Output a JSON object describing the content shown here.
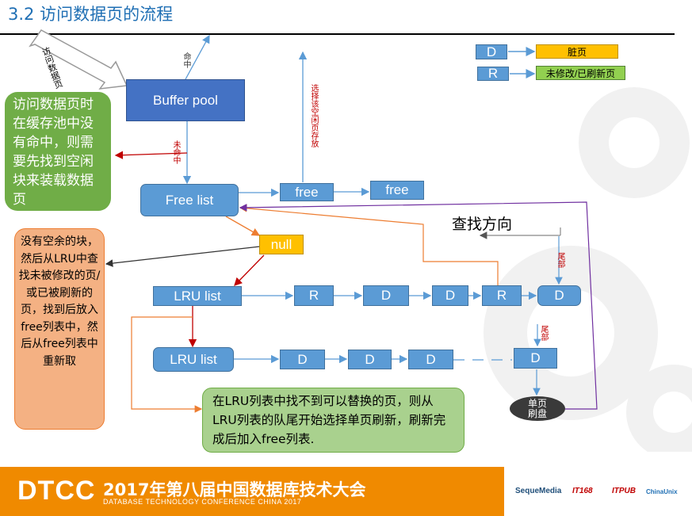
{
  "slide": {
    "title": "3.2 访问数据页的流程"
  },
  "legend": {
    "d_key": "D",
    "d_label": "脏页",
    "r_key": "R",
    "r_label": "未修改/已刷新页",
    "d_label_color": "#ffc000",
    "r_label_color": "#92d050"
  },
  "nodes": {
    "buffer_pool": "Buffer pool",
    "free_list": "Free list",
    "free_1": "free",
    "free_2": "free",
    "null": "null",
    "lru_list_1": "LRU list",
    "lru_list_2": "LRU list",
    "row1": [
      "R",
      "D",
      "D",
      "R",
      "D"
    ],
    "row2": [
      "D",
      "D",
      "D",
      "D"
    ],
    "single_flush": "单页\n刷盘"
  },
  "labels": {
    "access_page": "访问数据页",
    "hit": "命中",
    "miss": "未命中",
    "choose_free": "选择该空闲页存放",
    "search_direction": "查找方向",
    "tail_1": "尾部",
    "tail_2": "尾部"
  },
  "callouts": {
    "green": "访问数据页时在缓存池中没有命中，则需要先找到空闲块来装载数据页",
    "salmon": "没有空余的块，然后从LRU中查找未被修改的页/或已被刷新的页，找到后放入free列表中，然后从free列表中重新取",
    "lightgreen": "在LRU列表中找不到可以替换的页，则从LRU列表的队尾开始选择单页刷新，刷新完成后加入free列表."
  },
  "footer": {
    "brand": "DTCC",
    "conference": "2017年第八届中国数据库技术大会",
    "conference_en": "DATABASE TECHNOLOGY CONFERENCE CHINA 2017",
    "sponsors": [
      "SequeMedia",
      "IT168",
      "ITPUB",
      "ChinaUnix"
    ]
  },
  "colors": {
    "accent_blue": "#5b9bd5",
    "footer_orange": "#f08a00",
    "title_blue": "#1f6fb4"
  }
}
